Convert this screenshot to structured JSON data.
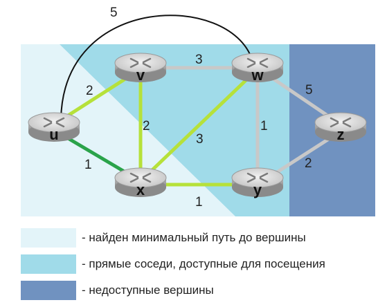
{
  "colors": {
    "found": "#e3f4f9",
    "neighbor": "#a0dbe9",
    "unreachable": "#7092c0",
    "edge_tree": "#2aa34a",
    "edge_candidate": "#b6e13a",
    "edge_other": "#c8c8c8",
    "edge_arc": "#111111"
  },
  "nodes": {
    "u": "u",
    "v": "v",
    "w": "w",
    "x": "x",
    "y": "y",
    "z": "z"
  },
  "edges": {
    "uw": "5",
    "uv": "2",
    "ux": "1",
    "vw": "3",
    "vx": "2",
    "xw": "3",
    "xy": "1",
    "wy": "1",
    "wz": "5",
    "yz": "2"
  },
  "legend": [
    {
      "label": "- найден минимальный путь до вершины",
      "color": "#e3f4f9"
    },
    {
      "label": "- прямые соседи, доступные для посещения",
      "color": "#a0dbe9"
    },
    {
      "label": "- недоступные вершины",
      "color": "#7092c0"
    }
  ]
}
